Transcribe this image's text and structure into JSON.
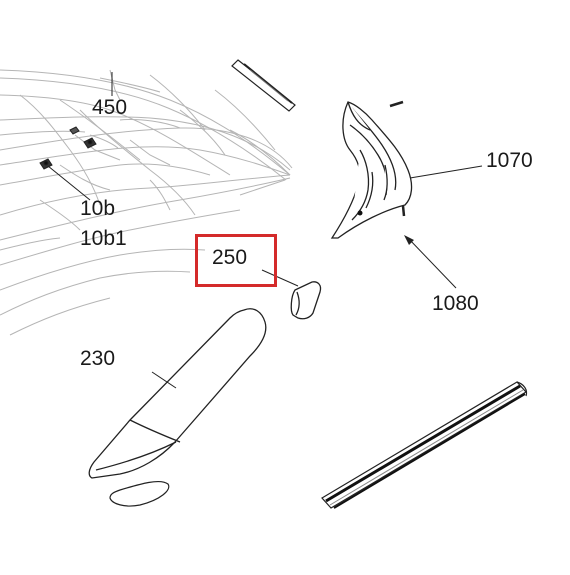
{
  "diagram": {
    "highlight_color": "#d42a2a",
    "line_color": "#222222",
    "sketch_color": "#b5b5b5",
    "highlighted_part": "250",
    "labels": {
      "l450": "450",
      "l10b": "10b",
      "l10b1": "10b1",
      "l250": "250",
      "l230": "230",
      "l1070": "1070",
      "l1080": "1080"
    }
  }
}
